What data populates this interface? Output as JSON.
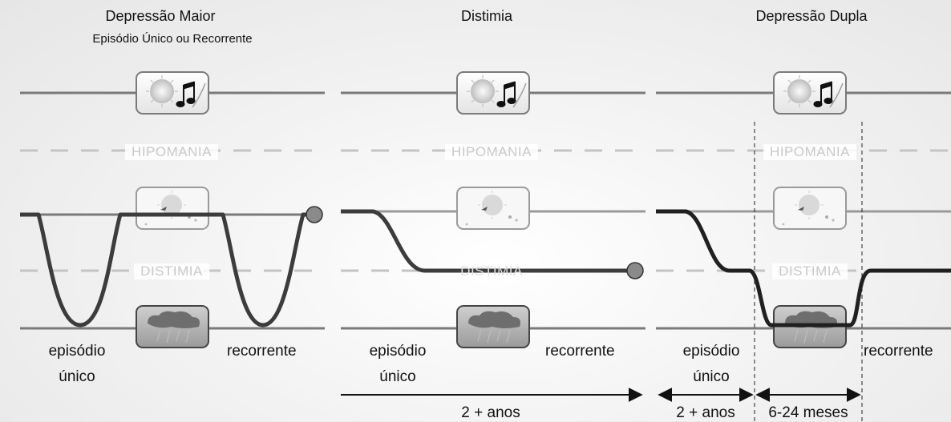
{
  "colors": {
    "line": "#7a7a7a",
    "dashed": "#c4c4c4",
    "curve": "#3c3c3c",
    "marker": "#8a8a8a",
    "box_stroke": "#6e6e6e"
  },
  "panels": [
    {
      "title": "Depressão Maior",
      "subtitle": "Episódio Único ou Recorrente",
      "hipomania": "HIPOMANIA",
      "distimia": "DISTIMIA",
      "episode_line1": "episódio",
      "episode_line2": "único",
      "recurrent": "recorrente"
    },
    {
      "title": "Distimia",
      "hipomania": "HIPOMANIA",
      "distimia": "DISTIMIA",
      "episode_line1": "episódio",
      "episode_line2": "único",
      "recurrent": "recorrente",
      "duration": "2 + anos"
    },
    {
      "title": "Depressão Dupla",
      "hipomania": "HIPOMANIA",
      "distimia": "DISTIMIA",
      "episode_line1": "episódio",
      "episode_line2": "único",
      "recurrent": "recorrente",
      "duration_a": "2 + anos",
      "duration_b": "6-24 meses"
    }
  ],
  "icons": [
    "sun-music-icon",
    "faded-sun-icon",
    "rain-cloud-icon"
  ]
}
